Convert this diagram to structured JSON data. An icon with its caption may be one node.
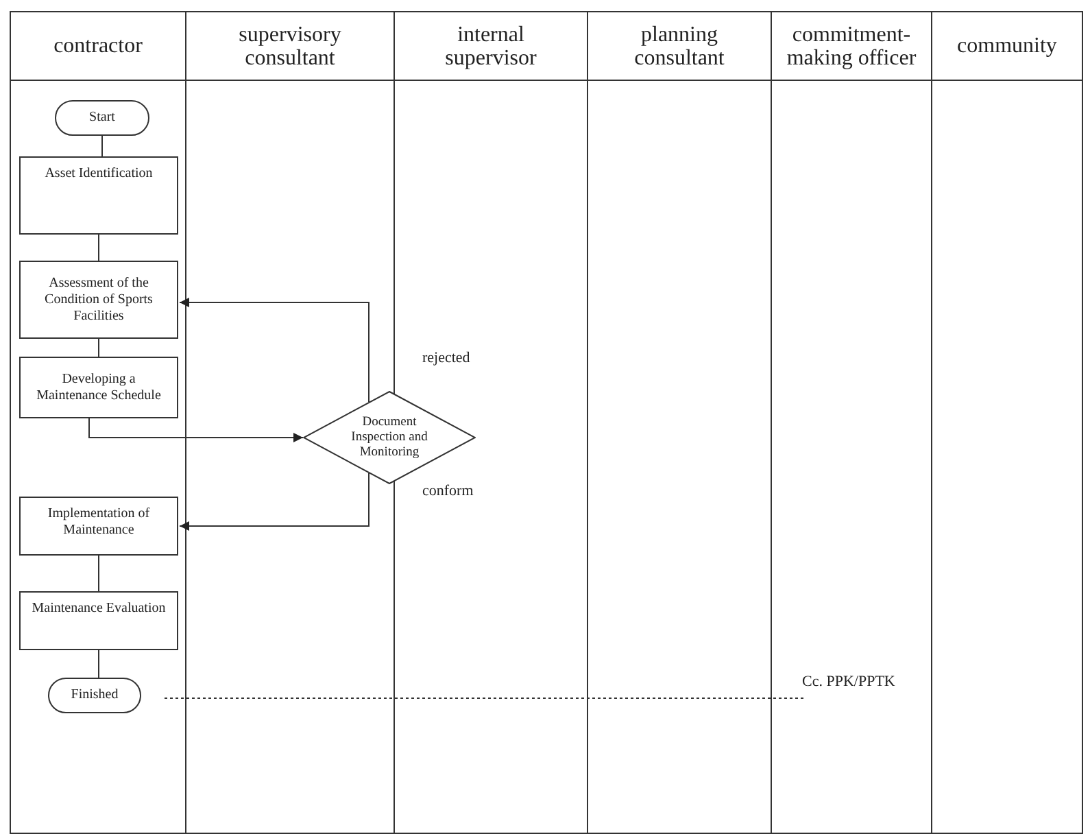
{
  "diagram": {
    "nodes": [
      {
        "text": [
          "contractor"
        ]
      },
      {
        "text": [
          "supervisory consultant"
        ]
      },
      {
        "text": [
          "internal supervisor"
        ]
      },
      {
        "text": [
          "planning consultant"
        ]
      },
      {
        "text": [
          "commitment-making officer"
        ]
      },
      {
        "text": [
          "community"
        ]
      },
      {
        "text": [
          "Start"
        ]
      },
      {
        "text": [
          "Asset Identification"
        ]
      },
      {
        "text": [
          "Assessment of the Condition of Sports Facilities"
        ]
      },
      {
        "text": [
          "Developing a Maintenance Schedule"
        ]
      },
      {
        "text": [
          "Document Inspection and Monitoring"
        ]
      },
      {
        "text": [
          "Implementation of Maintenance"
        ]
      },
      {
        "text": [
          "Maintenance Evaluation"
        ]
      },
      {
        "text": [
          "Finished"
        ]
      },
      {
        "text": [
          "Cc. PPK/PPTK"
        ]
      }
    ],
    "edges": [
      {
        "from": 6,
        "to": 7,
        "arrow": "none"
      },
      {
        "from": 7,
        "to": 8,
        "arrow": "none"
      },
      {
        "from": 8,
        "to": 9,
        "arrow": "none"
      },
      {
        "from": 9,
        "to": 10,
        "arrow": "to"
      },
      {
        "from": 10,
        "to": 8,
        "arrow": "to",
        "label": "rejected"
      },
      {
        "from": 10,
        "to": 11,
        "arrow": "to",
        "label": "conform"
      },
      {
        "from": 11,
        "to": 12,
        "arrow": "none"
      },
      {
        "from": 12,
        "to": 13,
        "arrow": "none"
      },
      {
        "from": 13,
        "to": 14,
        "arrow": "none",
        "style": "dashed"
      }
    ]
  }
}
